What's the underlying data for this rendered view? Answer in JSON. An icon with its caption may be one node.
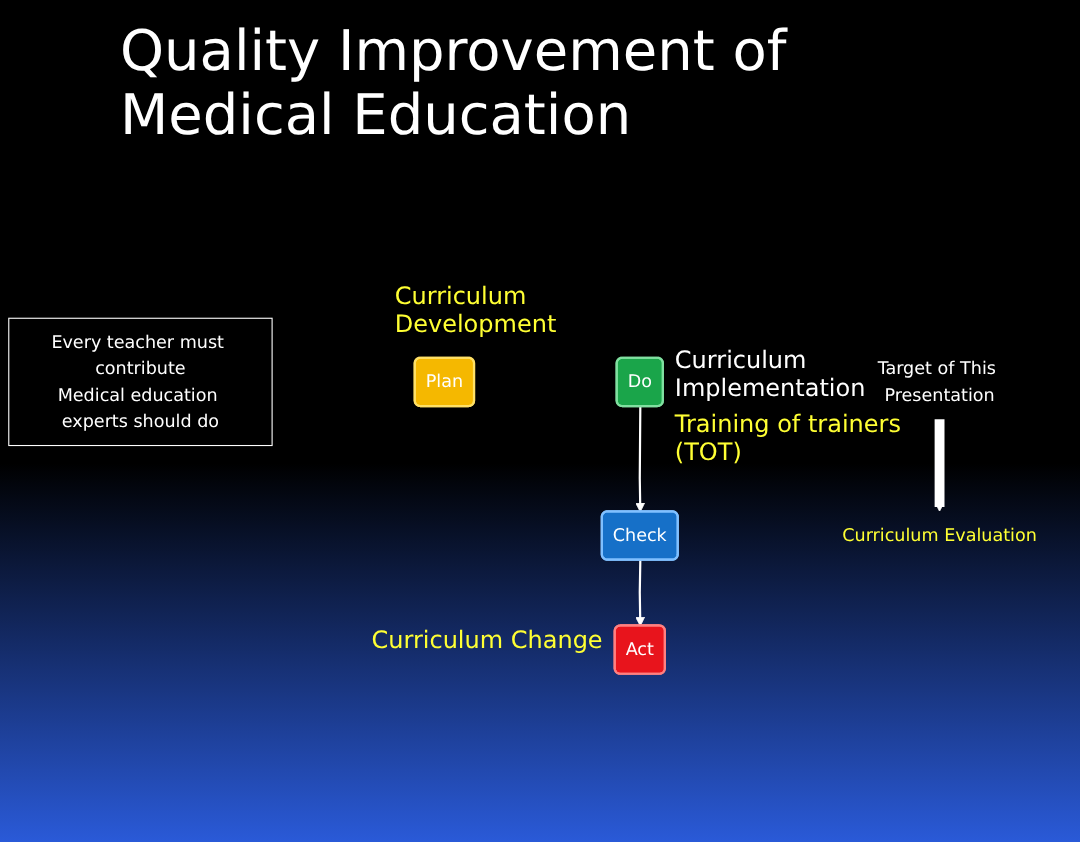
{
  "diagram": {
    "title": "Quality Improvement of Medical Education",
    "nodes": [
      {
        "text": [
          "Every teacher must contribute",
          "Medical education experts should do"
        ]
      },
      {
        "text": [
          "Plan"
        ],
        "beside": [
          "Curriculum Development"
        ]
      },
      {
        "text": [
          "Act"
        ],
        "beside": [
          "Curriculum Change"
        ]
      },
      {
        "text": [
          "Do"
        ],
        "beside": [
          "Curriculum Implementation",
          "Training of trainers (TOT)"
        ]
      },
      {
        "text": [
          "Check"
        ]
      },
      {
        "text": [
          "Curriculum Evaluation"
        ]
      },
      {
        "text": [
          "Target of This Presentation"
        ]
      }
    ],
    "edges": [
      {
        "from": 3,
        "to": 4,
        "arrow": "to"
      },
      {
        "from": 4,
        "to": 2,
        "arrow": "to"
      },
      {
        "from": 6,
        "to": 5,
        "arrow": "to",
        "style": "thick"
      }
    ]
  }
}
